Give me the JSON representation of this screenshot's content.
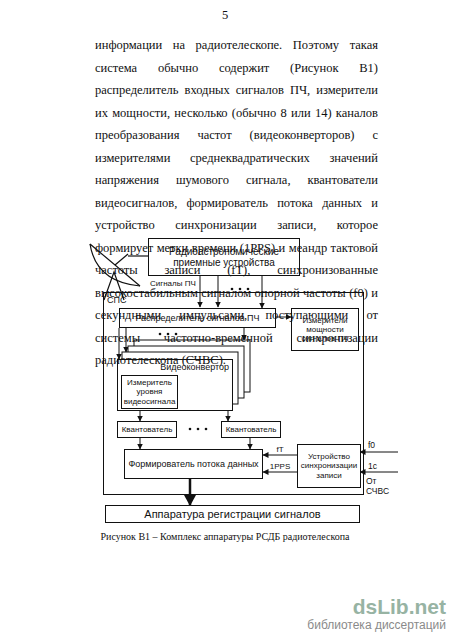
{
  "diagram": {
    "caption": "Рисунок В1 – Комплекс аппаратуры РСДБ радиотелескопа",
    "nodes": [
      {
        "text": [
          "Радиоастрономические приемные устройства"
        ]
      },
      {
        "text": [
          "СПС"
        ]
      },
      {
        "text": [
          "Распределитель сигналов ПЧ"
        ],
        "in": 1
      },
      {
        "text": [
          "Измерители мощности сигналов ПЧ"
        ],
        "in": 1
      },
      {
        "text": [
          "Видеоконвертор"
        ],
        "in": 1
      },
      {
        "text": [
          "Измеритель уровня видеосигнала"
        ],
        "in": 4
      },
      {
        "text": [
          "Квантователь"
        ],
        "in": 1
      },
      {
        "text": [
          "Квантователь"
        ],
        "in": 1
      },
      {
        "text": [
          "Формирователь потока данных"
        ],
        "in": 1
      },
      {
        "text": [
          "Устройство синхронизации записи"
        ],
        "in": 1
      },
      {
        "text": [
          "Аппаратура регистрации сигналов"
        ]
      }
    ],
    "edges": [
      {
        "from": 0,
        "to": 2,
        "arrow": "to"
      },
      {
        "from": 2,
        "to": 3,
        "arrow": "to"
      },
      {
        "from": 2,
        "to": 4,
        "arrow": "to"
      },
      {
        "from": 4,
        "to": 6,
        "arrow": "to"
      },
      {
        "from": 4,
        "to": 7,
        "arrow": "to"
      },
      {
        "from": 6,
        "to": 8,
        "arrow": "to"
      },
      {
        "from": 7,
        "to": 8,
        "arrow": "to"
      },
      {
        "from": 9,
        "to": 8,
        "label": "fТ",
        "arrow": "to"
      },
      {
        "from": 9,
        "to": 8,
        "label": "1PPS",
        "arrow": "to"
      },
      {
        "from": 8,
        "to": 10,
        "arrow": "to"
      }
    ],
    "labels": [
      "5",
      "информации на радиотелескопе. Поэтому такая система обычно содержит (Рисунок В1) распределитель входных сигналов ПЧ, измерители их мощности, несколько (обычно 8 или 14) каналов преобразования частот (видеоконверторов) с измерителями среднеквадратических значений напряжения шумового сигнала, квантователи видеосигналов, формирователь потока данных и устройство синхронизации записи, которое формирует метки времени (1PPS) и меандр тактовой частоты записи (fТ), синхронизованные высокостабильным сигналом опорной частоты (f0) и секундными импульсами, поступающими от системы частотно-временной синхронизации радиотелескопа (СЧВС).",
      "Сигналы ПЧ",
      "f0",
      "1с",
      "От СЧВС",
      "dsLib.net",
      "библиотека диссертаций"
    ]
  }
}
